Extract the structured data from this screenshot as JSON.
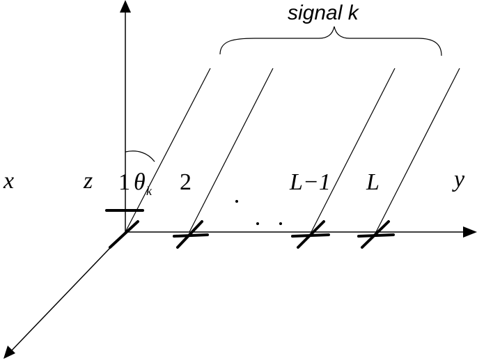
{
  "labels": {
    "signal": "signal k",
    "x_axis": "x",
    "y_axis": "y",
    "z_axis": "z",
    "sensor_1": "1",
    "theta": "θ",
    "theta_sub": "k",
    "sensor_2": "2",
    "sensor_L_minus_1": "L−1",
    "sensor_L": "L"
  },
  "sensors": [
    "1",
    "2",
    "L−1",
    "L"
  ],
  "colors": {
    "stroke": "#000000",
    "background": "#ffffff"
  }
}
